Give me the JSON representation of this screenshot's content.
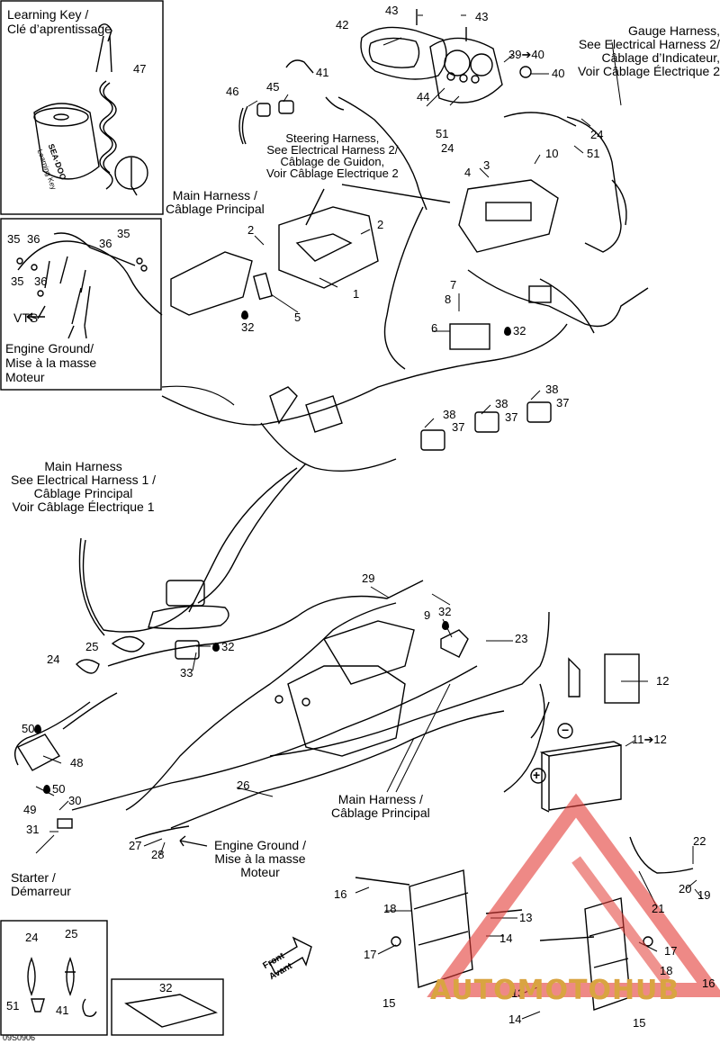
{
  "learning_key": {
    "title_line1": "Learning Key /",
    "title_line2": "Clé d’aprentissage",
    "part": "47",
    "key_text1": "SEA·DOO",
    "key_text2": "Learning Key"
  },
  "callouts": {
    "c43a": "43",
    "c43b": "43",
    "c42": "42",
    "c39_40": "39➔40",
    "c40": "40",
    "c41": "41",
    "c46": "46",
    "c45": "45",
    "c44": "44",
    "c51a": "51",
    "c24a": "24",
    "c24b": "24",
    "c51b": "51",
    "c3": "3",
    "c4": "4",
    "c10": "10",
    "c2a": "2",
    "c2b": "2",
    "c1": "1",
    "c5": "5",
    "c32a": "32",
    "c7": "7",
    "c8": "8",
    "c6": "6",
    "c32b": "32",
    "c35a": "35",
    "c36a": "36",
    "c35b": "35",
    "c36b": "36",
    "c35c": "35",
    "c36c": "36",
    "c38a": "38",
    "c37a": "37",
    "c38b": "38",
    "c37b": "37",
    "c38c": "38",
    "c37c": "37",
    "c29": "29",
    "c9": "9",
    "c32c": "32",
    "c23": "23",
    "c25": "25",
    "c24c": "24",
    "c32d": "32",
    "c33": "33",
    "c12": "12",
    "c11_12": "11➔12",
    "c50a": "50",
    "c48": "48",
    "c49": "49",
    "c50b": "50",
    "c30": "30",
    "c31": "31",
    "c26": "26",
    "c27": "27",
    "c28": "28",
    "c22": "22",
    "c20": "20",
    "c19": "19",
    "c21": "21",
    "c16a": "16",
    "c18a": "18",
    "c13a": "13",
    "c14a": "14",
    "c17a": "17",
    "c17b": "17",
    "c18b": "18",
    "c15a": "15",
    "c13b": "13",
    "c14b": "14",
    "c15b": "15",
    "c16b": "16",
    "legend24": "24",
    "legend25": "25",
    "legend51": "51",
    "legend41": "41",
    "legend32": "32"
  },
  "labels": {
    "gauge_harness": [
      "Gauge Harness,",
      "See Electrical Harness 2/",
      "Câblage d’Indicateur,",
      "Voir Câblage Électrique 2"
    ],
    "steering_harness": [
      "Steering Harness,",
      "See Electrical Harness 2/",
      "Câblage de Guidon,",
      "Voir Câblage Electrique 2"
    ],
    "main_harness_top": [
      "Main Harness /",
      "Câblage Principal"
    ],
    "vts": "VTS",
    "engine_ground_left": [
      "Engine Ground/",
      "Mise à la masse",
      "Moteur"
    ],
    "main_harness_mid": [
      "Main Harness",
      "See Electrical Harness 1 /",
      "Câblage Principal",
      "Voir Câblage Électrique 1"
    ],
    "main_harness_bottom": [
      "Main Harness /",
      "Câblage Principal"
    ],
    "engine_ground_bottom": [
      "Engine Ground /",
      "Mise à la masse",
      "Moteur"
    ],
    "starter": [
      "Starter /",
      "Démarreur"
    ],
    "front": [
      "Front",
      "Avant"
    ],
    "drawing_code": "09S0906",
    "minus_sign": "−",
    "plus_sign": "+"
  },
  "watermark": {
    "text": "AUTOMOTOHUB",
    "colors": {
      "brand_red": "#e23b35",
      "brand_gold": "#d9a441",
      "brand_grey": "#9a9a9a"
    }
  }
}
